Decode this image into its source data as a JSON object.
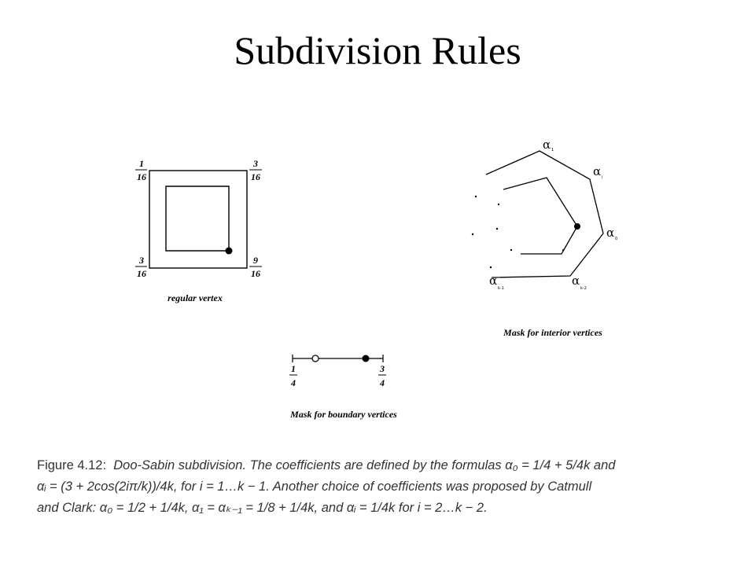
{
  "slide": {
    "title": "Subdivision Rules"
  },
  "regular": {
    "caption": "regular vertex",
    "tl": {
      "num": "1",
      "den": "16"
    },
    "tr": {
      "num": "3",
      "den": "16"
    },
    "bl": {
      "num": "3",
      "den": "16"
    },
    "br": {
      "num": "9",
      "den": "16"
    }
  },
  "interior": {
    "caption": "Mask for interior vertices",
    "alpha": "α",
    "labels": {
      "a1": "1",
      "ai": "i",
      "a0": "0",
      "ak1": "k-1",
      "ak2": "k-2"
    }
  },
  "boundary": {
    "caption": "Mask for boundary vertices",
    "left": {
      "num": "1",
      "den": "4"
    },
    "right": {
      "num": "3",
      "den": "4"
    }
  },
  "caption": {
    "label": "Figure 4.12:",
    "line1": "Doo-Sabin subdivision. The coefficients are defined by the formulas α₀ = 1/4 + 5/4k and",
    "line2": "αᵢ = (3 + 2cos(2iπ/k))/4k, for i = 1…k − 1. Another choice of coefficients was proposed by Catmull",
    "line3": "and Clark: α₀ = 1/2 + 1/4k, α₁ = αₖ₋₁ = 1/8 + 1/4k, and αᵢ = 1/4k for i = 2…k − 2."
  }
}
